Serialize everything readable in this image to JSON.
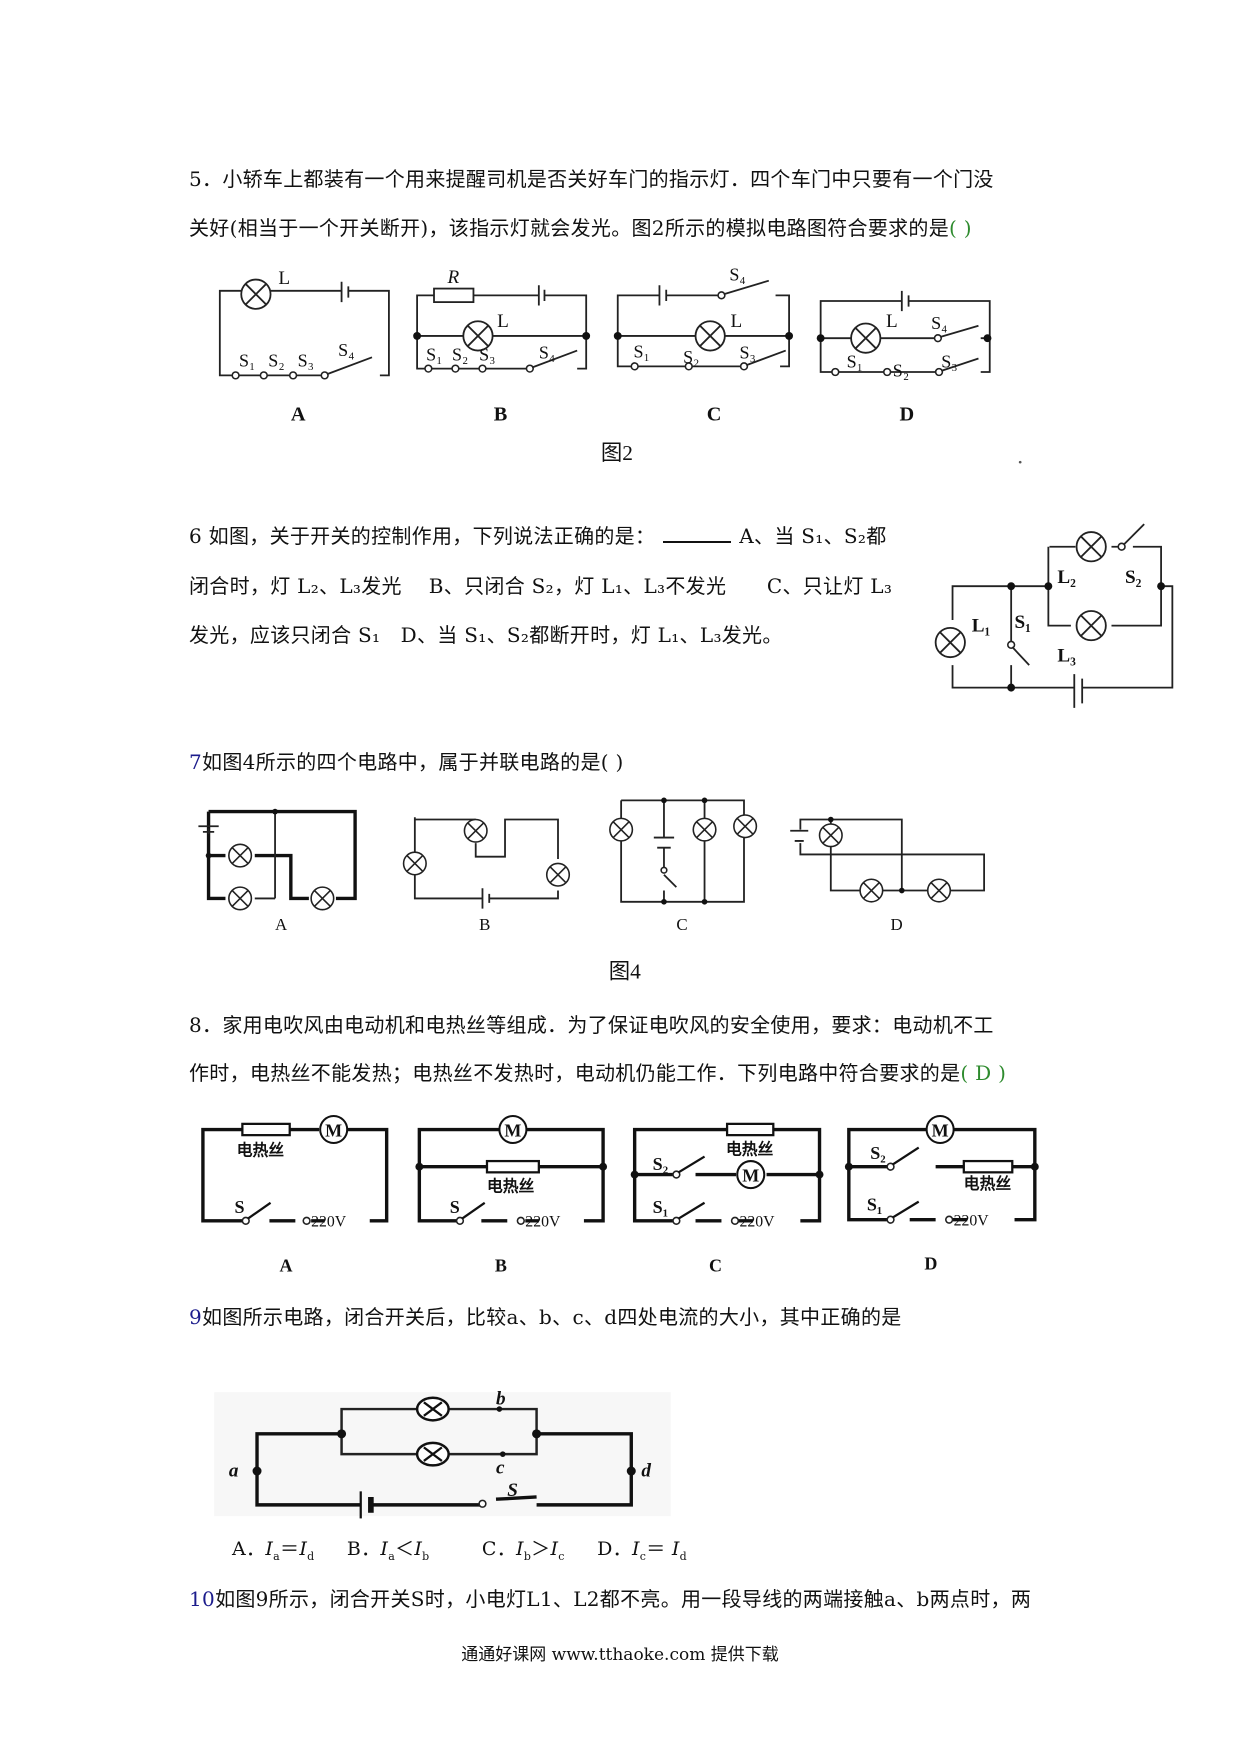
{
  "q5": {
    "line1": "5．小轿车上都装有一个用来提醒司机是否关好车门的指示灯．四个车门中只要有一个门没",
    "line2": "关好(相当于一个开关断开)，该指示灯就会发光。图2所示的模拟电路图符合要求的是",
    "answer_bracket": "(      )",
    "figure": {
      "caption": "图2",
      "options": [
        "A",
        "B",
        "C",
        "D"
      ],
      "lamp": "L",
      "resistor": "R",
      "switches": [
        "S₁",
        "S₂",
        "S₃",
        "S₄"
      ]
    }
  },
  "q6": {
    "line1_a": "6 如图，关于开关的控制作用，下列说法正确的是：",
    "line1_b": "A、当 S₁、S₂都",
    "line2": "闭合时，灯 L₂、L₃发光　 B、只闭合 S₂，灯 L₁、L₃不发光　　C、只让灯 L₃",
    "line3": "发光，应该只闭合 S₁　D、当 S₁、S₂都断开时，灯 L₁、L₃发光。",
    "figure": {
      "L1": "L₁",
      "L2": "L₂",
      "L3": "L₃",
      "S1": "S₁",
      "S2": "S₂"
    }
  },
  "q7": {
    "number": "7",
    "text": "如图4所示的四个电路中，属于并联电路的是(   )",
    "figure": {
      "caption": "图4",
      "options": [
        "A",
        "B",
        "C",
        "D"
      ]
    }
  },
  "q8": {
    "line1": "8．家用电吹风由电动机和电热丝等组成．为了保证电吹风的安全使用，要求：电动机不工",
    "line2": "作时，电热丝不能发热；电热丝不发热时，电动机仍能工作．下列电路中符合要求的是",
    "answer_bracket": "(  D  )",
    "figure": {
      "options": [
        "A",
        "B",
        "C",
        "D"
      ],
      "motor": "M",
      "heater": "电热丝",
      "voltage": "220V",
      "switch": "S",
      "s1": "S₁",
      "s2": "S₂"
    }
  },
  "q9": {
    "number": "9",
    "text": "如图所示电路，闭合开关后，比较a、b、c、d四处电流的大小，其中正确的是",
    "figure": {
      "a": "a",
      "b": "b",
      "c": "c",
      "d": "d",
      "switch": "S"
    },
    "options": [
      {
        "label": "A．",
        "lhs": "I",
        "lhs_sub": "a",
        "op": "＝",
        "rhs": "I",
        "rhs_sub": "d"
      },
      {
        "label": "B．",
        "lhs": "I",
        "lhs_sub": "a",
        "op": "＜",
        "rhs": "I",
        "rhs_sub": "b"
      },
      {
        "label": "C．",
        "lhs": "I",
        "lhs_sub": "b",
        "op": "＞",
        "rhs": "I",
        "rhs_sub": "c"
      },
      {
        "label": "D．",
        "lhs": "I",
        "lhs_sub": "c",
        "op": "＝ ",
        "rhs": "I",
        "rhs_sub": "d"
      }
    ]
  },
  "q10": {
    "number": "10",
    "text": "如图9所示，闭合开关S时，小电灯L1、L2都不亮。用一段导线的两端接触a、b两点时，两"
  },
  "footer": "通通好课网  www.tthaoke.com  提供下载",
  "colors": {
    "answer_green": "#2e8b2e",
    "number_blue": "#1c1c8c"
  }
}
